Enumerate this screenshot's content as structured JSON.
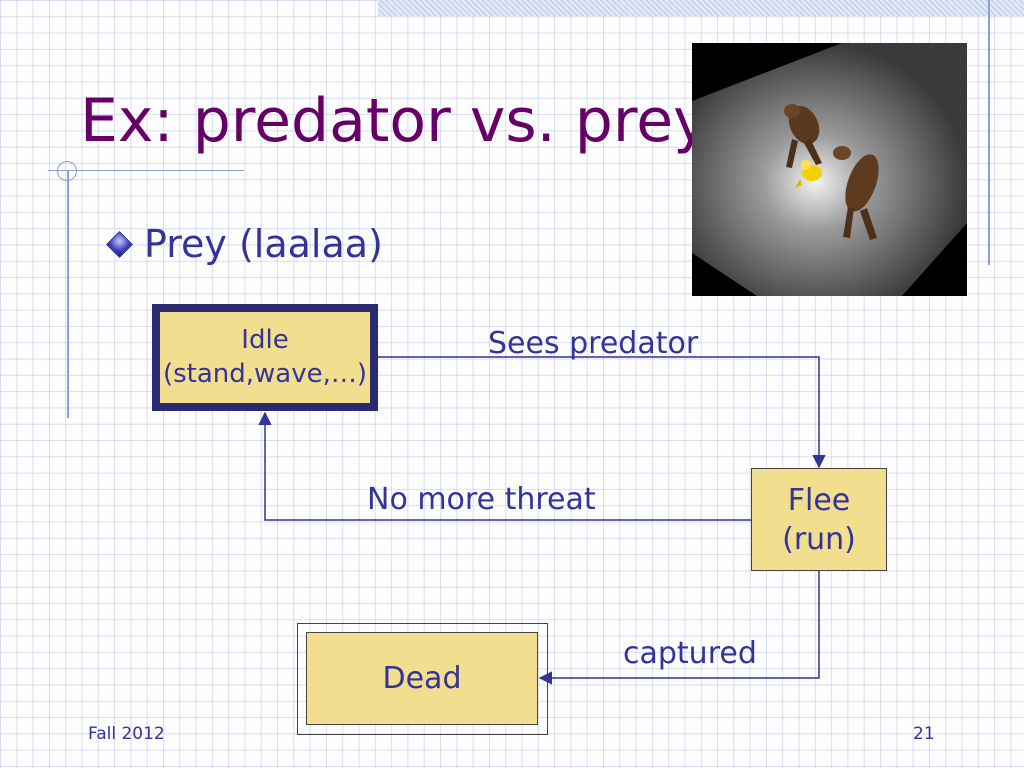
{
  "slide": {
    "title": "Ex: predator vs. prey",
    "bullet": "Prey (laalaa)",
    "footer_left": "Fall 2012",
    "page_number": "21"
  },
  "diagram": {
    "states": {
      "idle_line1": "Idle",
      "idle_line2": "(stand,wave,…)",
      "flee_line1": "Flee",
      "flee_line2": "(run)",
      "dead": "Dead"
    },
    "transitions": {
      "idle_to_flee": "Sees predator",
      "flee_to_idle": "No more threat",
      "flee_to_dead": "captured"
    }
  },
  "colors": {
    "title": "#660066",
    "text": "#333399",
    "state_fill": "#f2de8f",
    "idle_border": "#2a2a70"
  }
}
